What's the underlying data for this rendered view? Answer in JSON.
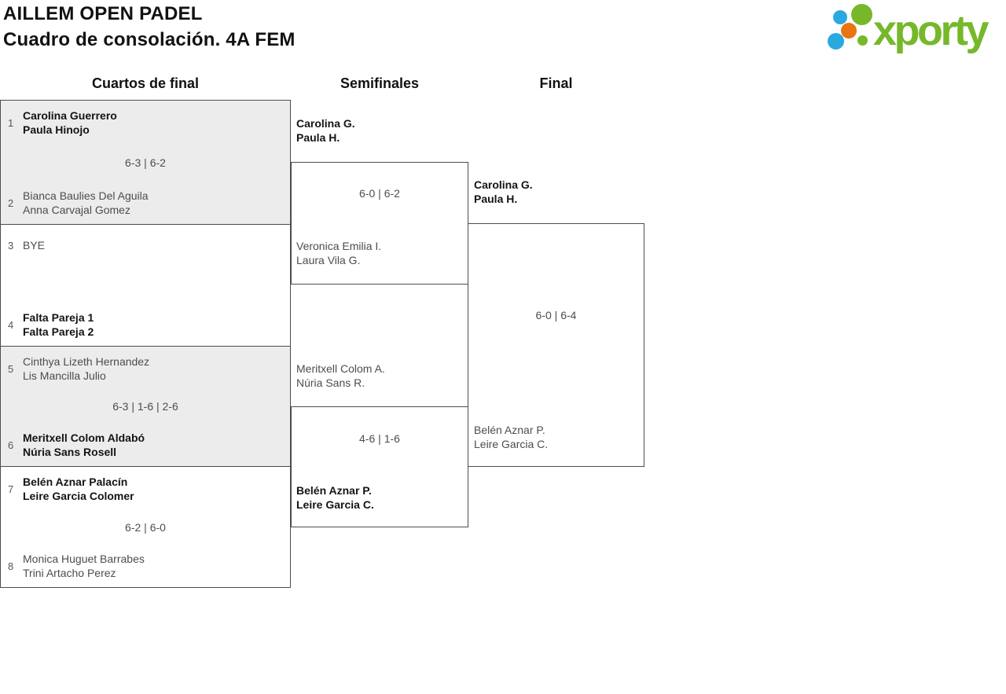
{
  "header": {
    "title": "AILLEM OPEN PADEL",
    "subtitle": "Cuadro de consolación. 4A FEM"
  },
  "logo": {
    "text": "xporty"
  },
  "rounds": {
    "quarterfinals": "Cuartos de final",
    "semifinals": "Semifinales",
    "final": "Final"
  },
  "quarterfinals": [
    {
      "seed_top": "1",
      "top_player1": "Carolina Guerrero",
      "top_player2": "Paula Hinojo",
      "score": "6-3 | 6-2",
      "seed_bottom": "2",
      "bottom_player1": "Bianca Baulies Del Aguila",
      "bottom_player2": "Anna Carvajal Gomez"
    },
    {
      "seed_top": "3",
      "top_player1": "BYE",
      "top_player2": "",
      "score": "",
      "seed_bottom": "4",
      "bottom_player1": "Falta Pareja 1",
      "bottom_player2": "Falta Pareja 2"
    },
    {
      "seed_top": "5",
      "top_player1": "Cinthya Lizeth Hernandez",
      "top_player2": "Lis Mancilla Julio",
      "score": "6-3 | 1-6 | 2-6",
      "seed_bottom": "6",
      "bottom_player1": "Meritxell Colom Aldabó",
      "bottom_player2": "Núria Sans Rosell"
    },
    {
      "seed_top": "7",
      "top_player1": "Belén Aznar Palacín",
      "top_player2": "Leire Garcia Colomer",
      "score": "6-2 | 6-0",
      "seed_bottom": "8",
      "bottom_player1": "Monica Huguet Barrabes",
      "bottom_player2": "Trini Artacho Perez"
    }
  ],
  "semifinals": [
    {
      "top_player1": "Carolina G.",
      "top_player2": "Paula H.",
      "score": "6-0 | 6-2",
      "bottom_player1": "Veronica Emilia I.",
      "bottom_player2": "Laura Vila G."
    },
    {
      "top_player1": "Meritxell Colom A.",
      "top_player2": "Núria Sans R.",
      "score": "4-6 | 1-6",
      "bottom_player1": "Belén Aznar P.",
      "bottom_player2": "Leire Garcia C."
    }
  ],
  "final": {
    "top_player1": "Carolina G.",
    "top_player2": "Paula H.",
    "score": "6-0 | 6-4",
    "bottom_player1": "Belén Aznar P.",
    "bottom_player2": "Leire Garcia C."
  },
  "colors": {
    "logo_green": "#76b82a",
    "logo_blue": "#29a9e0",
    "logo_orange": "#e87511",
    "row_shade": "#ececec",
    "line": "#4d4d4d"
  }
}
